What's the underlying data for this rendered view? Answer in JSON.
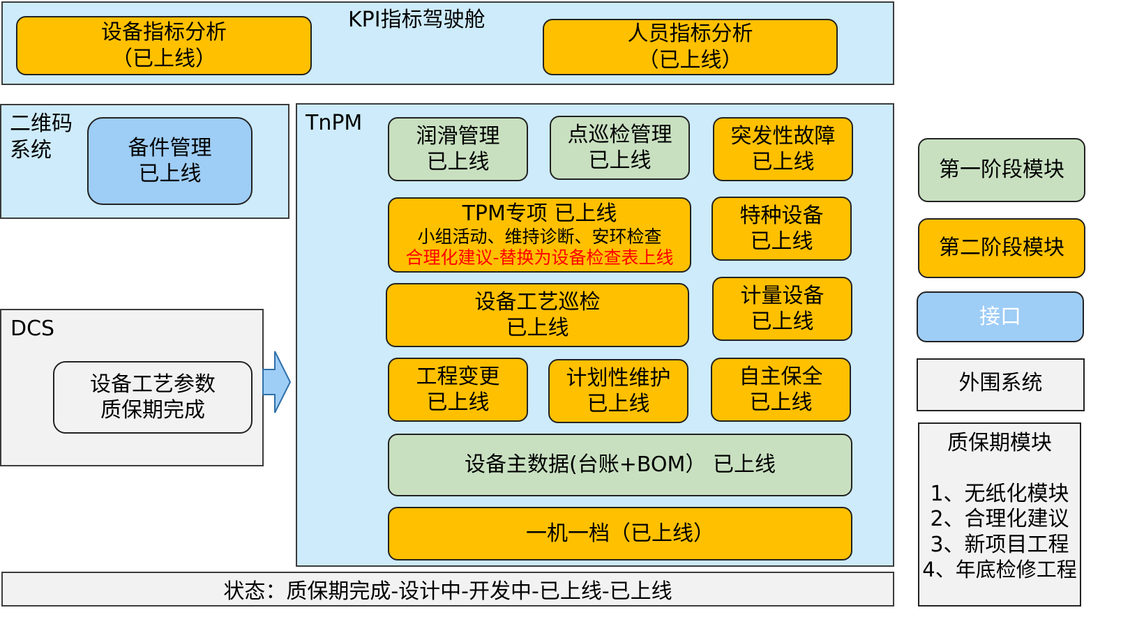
{
  "kpi": {
    "title": "KPI指标驾驶舱",
    "equipment": {
      "line1": "设备指标分析",
      "line2": "（已上线）"
    },
    "personnel": {
      "line1": "人员指标分析",
      "line2": "（已上线）"
    }
  },
  "qrcode": {
    "title_line1": "二维码",
    "title_line2": "系统",
    "spare_parts": {
      "line1": "备件管理",
      "line2": "已上线"
    }
  },
  "dcs": {
    "title": "DCS",
    "process_params": {
      "line1": "设备工艺参数",
      "line2": "质保期完成"
    }
  },
  "tnpm": {
    "title": "TnPM",
    "lubrication": {
      "line1": "润滑管理",
      "line2": "已上线"
    },
    "inspection": {
      "line1": "点巡检管理",
      "line2": "已上线"
    },
    "sudden_fault": {
      "line1": "突发性故障",
      "line2": "已上线"
    },
    "tpm": {
      "line1": "TPM专项 已上线",
      "line2": "小组活动、维持诊断、安环检查",
      "line3": "合理化建议-替换为设备检查表上线"
    },
    "special_equipment": {
      "line1": "特种设备",
      "line2": "已上线"
    },
    "process_patrol": {
      "line1": "设备工艺巡检",
      "line2": "已上线"
    },
    "metering": {
      "line1": "计量设备",
      "line2": "已上线"
    },
    "engineering_change": {
      "line1": "工程变更",
      "line2": "已上线"
    },
    "planned_maintenance": {
      "line1": "计划性维护",
      "line2": "已上线"
    },
    "autonomous_maintenance": {
      "line1": "自主保全",
      "line2": "已上线"
    },
    "master_data": "设备主数据(台账+BOM） 已上线",
    "one_machine_file": "一机一档（已上线）"
  },
  "status": "状态：质保期完成-设计中-开发中-已上线-已上线",
  "legend": {
    "phase1": "第一阶段模块",
    "phase2": "第二阶段模块",
    "interface": "接口",
    "external": "外围系统",
    "warranty": {
      "title": "质保期模块",
      "items": [
        "1、无纸化模块",
        "2、合理化建议",
        "3、新项目工程",
        "4、年底检修工程"
      ]
    }
  },
  "colors": {
    "phase1": "#C8E0C0",
    "phase2": "#FFC000",
    "interface": "#9ECDF6",
    "external": "#F2F2F2",
    "container": "#CDEBFA",
    "highlight_text": "#FF0000"
  }
}
